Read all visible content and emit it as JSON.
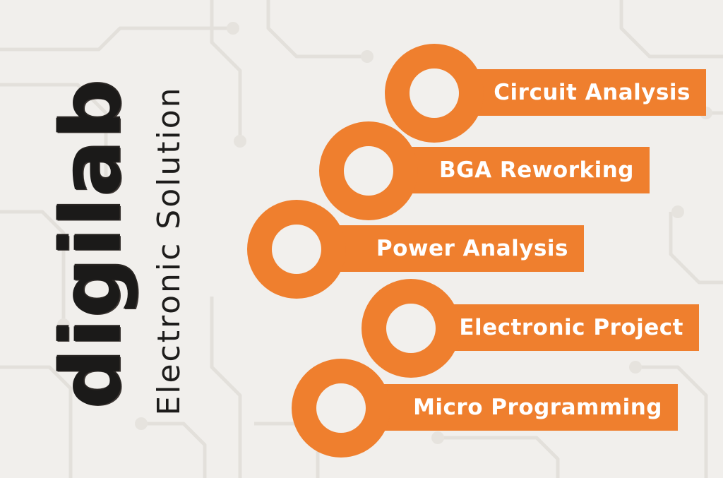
{
  "brand": {
    "logo": "digilab",
    "tagline": "Electronic Solution"
  },
  "colors": {
    "accent": "#ef7f2e",
    "background": "#f1efec",
    "trace": "#e2dfda",
    "text_dark": "#1b1a19"
  },
  "services": [
    {
      "label": "Circuit Analysis",
      "icon": "ring-connector-icon"
    },
    {
      "label": "BGA Reworking",
      "icon": "ring-connector-icon"
    },
    {
      "label": "Power Analysis",
      "icon": "ring-connector-icon"
    },
    {
      "label": "Electronic Project",
      "icon": "ring-connector-icon"
    },
    {
      "label": "Micro Programming",
      "icon": "ring-connector-icon"
    }
  ]
}
